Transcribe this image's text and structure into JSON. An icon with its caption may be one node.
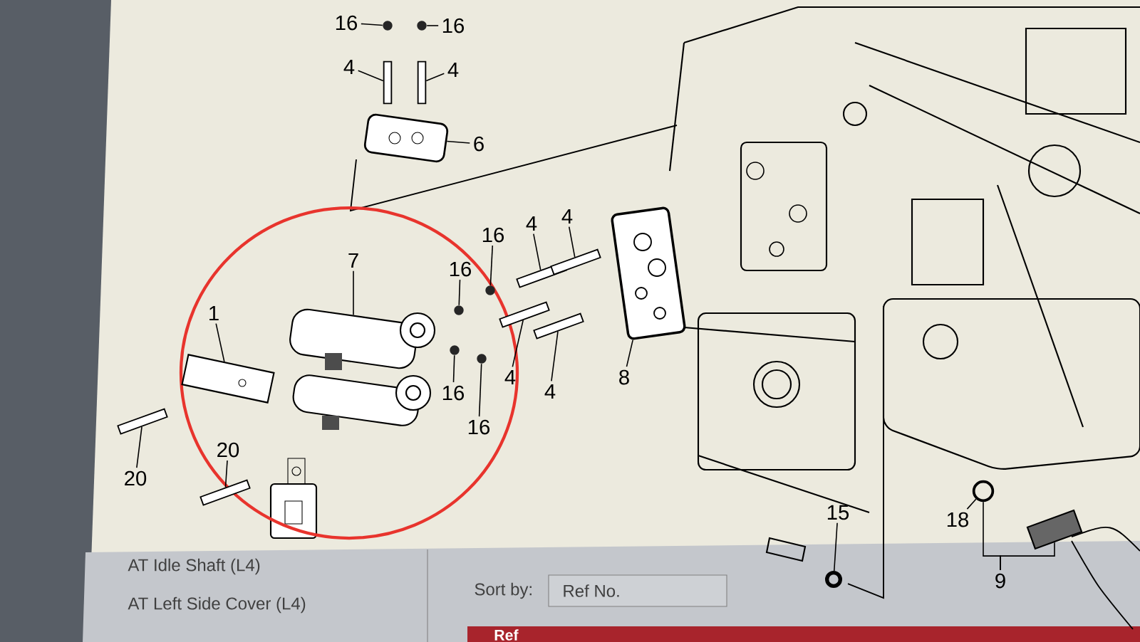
{
  "diagram": {
    "nodes": [
      {
        "text": [
          "16"
        ]
      },
      {
        "text": [],
        "shape": "picture"
      },
      {
        "text": [
          "16"
        ]
      },
      {
        "text": [],
        "shape": "picture"
      },
      {
        "text": [
          "4"
        ]
      },
      {
        "text": [],
        "shape": "box"
      },
      {
        "text": [
          "4"
        ]
      },
      {
        "text": [],
        "shape": "box"
      },
      {
        "text": [
          "6"
        ]
      },
      {
        "text": [],
        "shape": "picture"
      },
      {
        "text": [
          "7"
        ]
      },
      {
        "text": [],
        "shape": "picture"
      },
      {
        "text": [
          "1"
        ]
      },
      {
        "text": [],
        "shape": "picture"
      },
      {
        "text": [
          "20"
        ]
      },
      {
        "text": [],
        "shape": "box"
      },
      {
        "text": [
          "20"
        ]
      },
      {
        "text": [],
        "shape": "box"
      },
      {
        "text": [
          "16"
        ]
      },
      {
        "text": [],
        "shape": "picture"
      },
      {
        "text": [
          "16"
        ]
      },
      {
        "text": [],
        "shape": "picture"
      },
      {
        "text": [
          "4"
        ]
      },
      {
        "text": [],
        "shape": "box"
      },
      {
        "text": [
          "4"
        ]
      },
      {
        "text": [],
        "shape": "box"
      },
      {
        "text": [
          "16"
        ]
      },
      {
        "text": [],
        "shape": "picture"
      },
      {
        "text": [
          "16"
        ]
      },
      {
        "text": [],
        "shape": "picture"
      },
      {
        "text": [
          "4"
        ]
      },
      {
        "text": [],
        "shape": "box"
      },
      {
        "text": [
          "4"
        ]
      },
      {
        "text": [],
        "shape": "box"
      },
      {
        "text": [
          "8"
        ]
      },
      {
        "text": [],
        "shape": "picture"
      },
      {
        "text": [
          "15"
        ]
      },
      {
        "text": [],
        "shape": "circle"
      },
      {
        "text": [
          "18"
        ]
      },
      {
        "text": [],
        "shape": "circle"
      },
      {
        "text": [
          "9"
        ]
      },
      {
        "text": [],
        "shape": "picture"
      }
    ],
    "edges": [
      {
        "from": 0,
        "to": 1,
        "arrow": "none"
      },
      {
        "from": 2,
        "to": 3,
        "arrow": "none"
      },
      {
        "from": 4,
        "to": 5,
        "arrow": "none"
      },
      {
        "from": 6,
        "to": 7,
        "arrow": "none"
      },
      {
        "from": 8,
        "to": 9,
        "arrow": "none"
      },
      {
        "from": 10,
        "to": 11,
        "arrow": "none"
      },
      {
        "from": 12,
        "to": 13,
        "arrow": "none"
      },
      {
        "from": 14,
        "to": 15,
        "arrow": "none"
      },
      {
        "from": 16,
        "to": 17,
        "arrow": "none"
      },
      {
        "from": 18,
        "to": 19,
        "arrow": "none"
      },
      {
        "from": 20,
        "to": 21,
        "arrow": "none"
      },
      {
        "from": 22,
        "to": 23,
        "arrow": "none"
      },
      {
        "from": 24,
        "to": 25,
        "arrow": "none"
      },
      {
        "from": 26,
        "to": 27,
        "arrow": "none"
      },
      {
        "from": 28,
        "to": 29,
        "arrow": "none"
      },
      {
        "from": 30,
        "to": 31,
        "arrow": "none"
      },
      {
        "from": 32,
        "to": 33,
        "arrow": "none"
      },
      {
        "from": 34,
        "to": 35,
        "arrow": "none"
      },
      {
        "from": 36,
        "to": 37,
        "arrow": "none"
      },
      {
        "from": 38,
        "to": 39,
        "arrow": "none"
      },
      {
        "from": 40,
        "to": 39,
        "arrow": "none"
      },
      {
        "from": 40,
        "to": 41,
        "arrow": "none"
      }
    ],
    "labels": [
      "AT Idle Shaft (L4)",
      "Sort by:",
      "Ref No.",
      "AT Left Side Cover (L4)",
      "Ref"
    ]
  }
}
